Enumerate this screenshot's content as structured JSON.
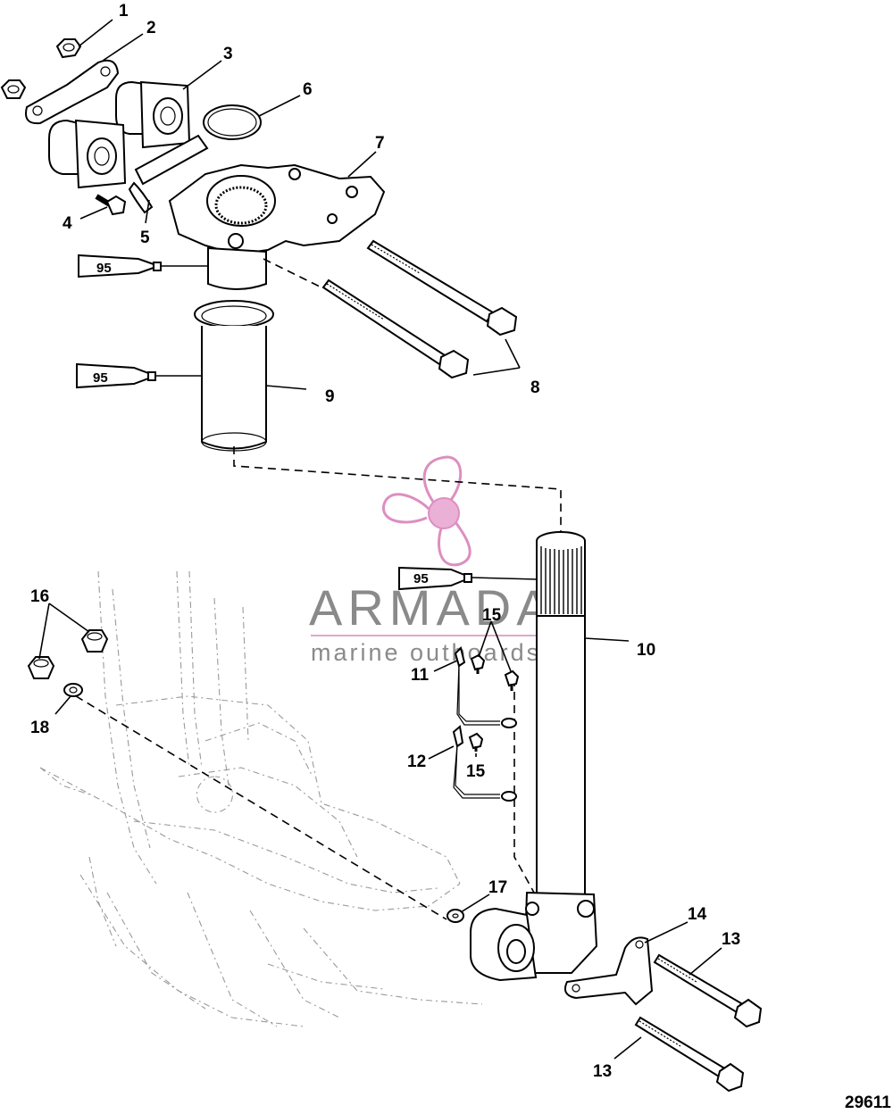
{
  "callouts": {
    "c1": "1",
    "c2": "2",
    "c3": "3",
    "c4": "4",
    "c5": "5",
    "c6": "6",
    "c7": "7",
    "c8": "8",
    "c9": "9",
    "c10": "10",
    "c11": "11",
    "c12": "12",
    "c13a": "13",
    "c13b": "13",
    "c14": "14",
    "c15a": "15",
    "c15b": "15",
    "c16": "16",
    "c17": "17",
    "c18": "18"
  },
  "sealant": {
    "tube1": "95",
    "tube2": "95",
    "tube3": "95"
  },
  "watermark": {
    "brand": "ARMADA",
    "subtitle": "marine outboards",
    "logo_color": "#e08cc0"
  },
  "figure_number": "29611"
}
